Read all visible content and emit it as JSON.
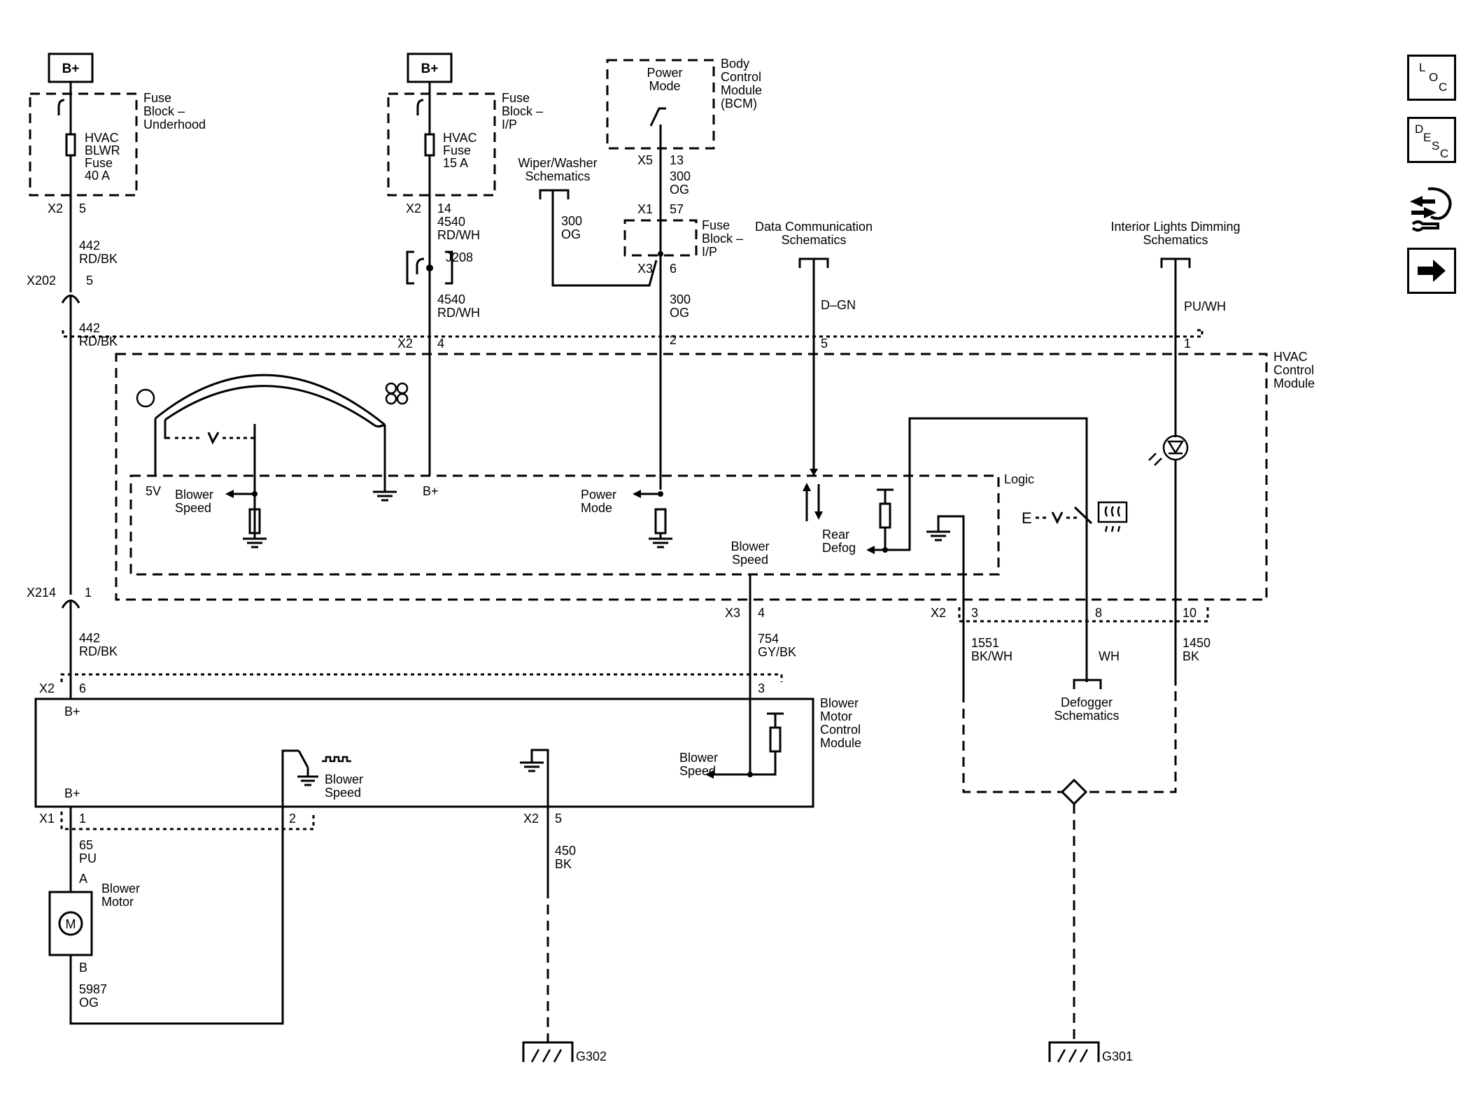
{
  "sources": {
    "b_plus_1": "B+",
    "b_plus_2": "B+",
    "fuse_block_uh": [
      "Fuse",
      "Block –",
      "Underhood"
    ],
    "fuse_uh": [
      "HVAC",
      "BLWR",
      "Fuse",
      "40 A"
    ],
    "fuse_block_ip": [
      "Fuse",
      "Block –",
      "I/P"
    ],
    "fuse_ip": [
      "HVAC",
      "Fuse",
      "15 A"
    ],
    "bcm_title": [
      "Body",
      "Control",
      "Module",
      "(BCM)"
    ],
    "power_mode": [
      "Power",
      "Mode"
    ],
    "wiper": [
      "Wiper/Washer",
      "Schematics"
    ],
    "fuse_block_ip2": [
      "Fuse",
      "Block –",
      "I/P"
    ],
    "data_comm": [
      "Data Communication",
      "Schematics"
    ],
    "interior_dim": [
      "Interior Lights Dimming",
      "Schematics"
    ]
  },
  "connectors": {
    "x2_5": "X2",
    "p5": "5",
    "x2_14": "X2",
    "p14": "14",
    "x5": "X5",
    "p13": "13",
    "x1_57": "X1",
    "p57": "57",
    "x3_6": "X3",
    "p6": "6",
    "x202": "X202",
    "p202": "5",
    "j208": "J208",
    "x2_hvac": "X2",
    "h4": "4",
    "h2": "2",
    "h5": "5",
    "h1": "1",
    "x214": "X214",
    "p214": "1",
    "x3_4": "X3",
    "p4": "4",
    "x2_b": "X2",
    "b3": "3",
    "b8": "8",
    "b10": "10",
    "x2_bm": "X2",
    "bm6": "6",
    "bm3": "3",
    "x1_bm": "X1",
    "bm1": "1",
    "bm2": "2",
    "x2_g": "X2",
    "g5": "5"
  },
  "wires": {
    "c442a": [
      "442",
      "RD/BK"
    ],
    "c442b": [
      "442",
      "RD/BK"
    ],
    "c442c": [
      "442",
      "RD/BK"
    ],
    "c4540a": [
      "4540",
      "RD/WH"
    ],
    "c4540b": [
      "4540",
      "RD/WH"
    ],
    "c300a": [
      "300",
      "OG"
    ],
    "c300b": [
      "300",
      "OG"
    ],
    "c300c": [
      "300",
      "OG"
    ],
    "dgn": "D–GN",
    "puwh": "PU/WH",
    "c754": [
      "754",
      "GY/BK"
    ],
    "c1551": [
      "1551",
      "BK/WH"
    ],
    "wh": "WH",
    "c1450": [
      "1450",
      "BK"
    ],
    "c65": [
      "65",
      "PU"
    ],
    "c5987": [
      "5987",
      "OG"
    ],
    "c450": [
      "450",
      "BK"
    ]
  },
  "hvac": {
    "title": [
      "HVAC",
      "Control",
      "Module"
    ],
    "logic": "Logic",
    "v5": "5V",
    "bplus": "B+",
    "blower_speed": [
      "Blower",
      "Speed"
    ],
    "power_mode": [
      "Power",
      "Mode"
    ],
    "rear_defog": [
      "Rear",
      "Defog"
    ],
    "blower_speed_out": [
      "Blower",
      "Speed"
    ],
    "e_label": "E"
  },
  "blower": {
    "title": [
      "Blower",
      "Motor",
      "Control",
      "Module"
    ],
    "bplus_top": "B+",
    "bplus_bot": "B+",
    "blower_speed_in": [
      "Blower",
      "Speed"
    ],
    "blower_speed_pwm": [
      "Blower",
      "Speed"
    ],
    "motor": [
      "Blower",
      "Motor"
    ],
    "motor_symbol": "M",
    "pin_a": "A",
    "pin_b": "B"
  },
  "defogger": [
    "Defogger",
    "Schematics"
  ],
  "grounds": {
    "g302": "G302",
    "g301": "G301"
  },
  "nav": {
    "loc": [
      "L",
      "O",
      "C"
    ],
    "desc": [
      "D",
      "E",
      "S",
      "C"
    ],
    "connector_icon": "connector-end-view-icon",
    "next_icon": "right-arrow-icon"
  }
}
